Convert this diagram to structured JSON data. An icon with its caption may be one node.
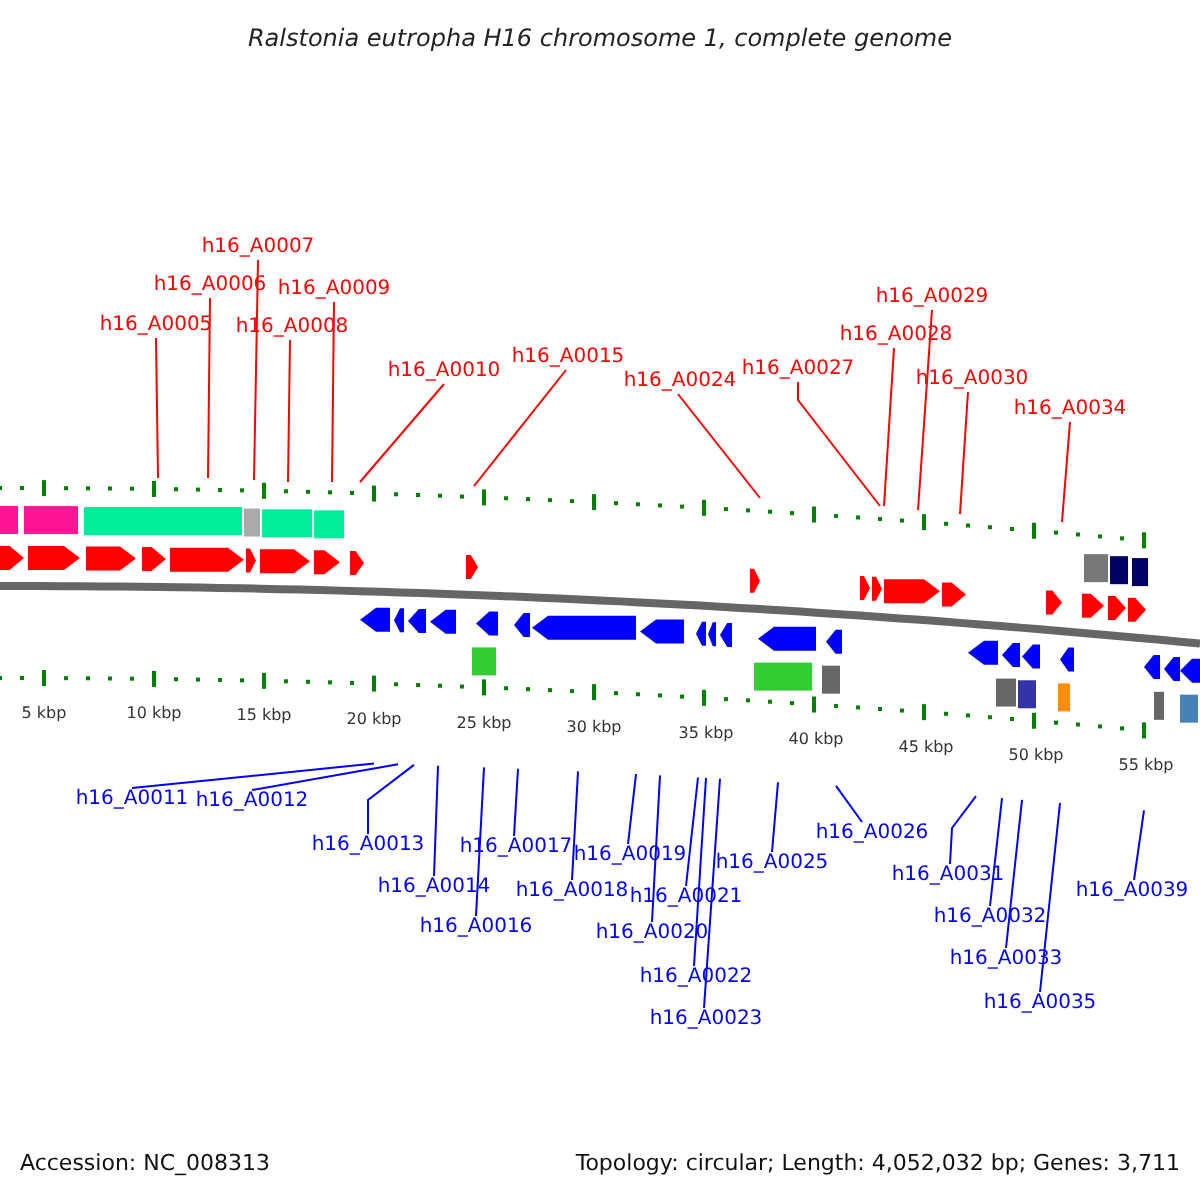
{
  "diagram": {
    "title": "Ralstonia eutropha H16 chromosome 1, complete genome",
    "nodes": [
      {
        "text": [
          "h16_A0005"
        ]
      },
      {
        "text": [
          "h16_A0006"
        ]
      },
      {
        "text": [
          "h16_A0007"
        ]
      },
      {
        "text": [
          "h16_A0008"
        ]
      },
      {
        "text": [
          "h16_A0009"
        ]
      },
      {
        "text": [
          "h16_A0010"
        ]
      },
      {
        "text": [
          "h16_A0015"
        ]
      },
      {
        "text": [
          "h16_A0024"
        ]
      },
      {
        "text": [
          "h16_A0027"
        ]
      },
      {
        "text": [
          "h16_A0028"
        ]
      },
      {
        "text": [
          "h16_A0029"
        ]
      },
      {
        "text": [
          "h16_A0030"
        ]
      },
      {
        "text": [
          "h16_A0034"
        ]
      },
      {
        "text": [
          "h16_A0011"
        ]
      },
      {
        "text": [
          "h16_A0012"
        ]
      },
      {
        "text": [
          "h16_A0013"
        ]
      },
      {
        "text": [
          "h16_A0014"
        ]
      },
      {
        "text": [
          "h16_A0016"
        ]
      },
      {
        "text": [
          "h16_A0017"
        ]
      },
      {
        "text": [
          "h16_A0018"
        ]
      },
      {
        "text": [
          "h16_A0019"
        ]
      },
      {
        "text": [
          "h16_A0020"
        ]
      },
      {
        "text": [
          "h16_A0021"
        ]
      },
      {
        "text": [
          "h16_A0022"
        ]
      },
      {
        "text": [
          "h16_A0023"
        ]
      },
      {
        "text": [
          "h16_A0025"
        ]
      },
      {
        "text": [
          "h16_A0026"
        ]
      },
      {
        "text": [
          "h16_A0031"
        ]
      },
      {
        "text": [
          "h16_A0032"
        ]
      },
      {
        "text": [
          "h16_A0033"
        ]
      },
      {
        "text": [
          "h16_A0035"
        ]
      },
      {
        "text": [
          "h16_A0039"
        ]
      }
    ],
    "edges": [
      {
        "from": 0,
        "to": null,
        "arrow": "none",
        "color": "#ff0000"
      },
      {
        "from": 1,
        "to": null,
        "arrow": "none",
        "color": "#ff0000"
      },
      {
        "from": 2,
        "to": null,
        "arrow": "none",
        "color": "#ff0000"
      },
      {
        "from": 3,
        "to": null,
        "arrow": "none",
        "color": "#ff0000"
      },
      {
        "from": 4,
        "to": null,
        "arrow": "none",
        "color": "#ff0000"
      },
      {
        "from": 5,
        "to": null,
        "arrow": "none",
        "color": "#ff0000"
      },
      {
        "from": 6,
        "to": null,
        "arrow": "none",
        "color": "#ff0000"
      },
      {
        "from": 7,
        "to": null,
        "arrow": "none",
        "color": "#ff0000"
      },
      {
        "from": 8,
        "to": null,
        "arrow": "none",
        "color": "#ff0000"
      },
      {
        "from": 9,
        "to": null,
        "arrow": "none",
        "color": "#ff0000"
      },
      {
        "from": 10,
        "to": null,
        "arrow": "none",
        "color": "#ff0000"
      },
      {
        "from": 11,
        "to": null,
        "arrow": "none",
        "color": "#ff0000"
      },
      {
        "from": 12,
        "to": null,
        "arrow": "none",
        "color": "#ff0000"
      },
      {
        "from": 13,
        "to": null,
        "arrow": "none"
      },
      {
        "from": 14,
        "to": null,
        "arrow": "none"
      },
      {
        "from": 15,
        "to": null,
        "arrow": "none"
      },
      {
        "from": 16,
        "to": null,
        "arrow": "none"
      },
      {
        "from": 17,
        "to": null,
        "arrow": "none"
      },
      {
        "from": 18,
        "to": null,
        "arrow": "none"
      },
      {
        "from": 19,
        "to": null,
        "arrow": "none"
      },
      {
        "from": 20,
        "to": null,
        "arrow": "none"
      },
      {
        "from": 21,
        "to": null,
        "arrow": "none"
      },
      {
        "from": 22,
        "to": null,
        "arrow": "none"
      },
      {
        "from": 23,
        "to": null,
        "arrow": "none"
      },
      {
        "from": 24,
        "to": null,
        "arrow": "none"
      },
      {
        "from": 25,
        "to": null,
        "arrow": "none"
      },
      {
        "from": 26,
        "to": null,
        "arrow": "none"
      },
      {
        "from": 27,
        "to": null,
        "arrow": "none"
      },
      {
        "from": 28,
        "to": null,
        "arrow": "none"
      },
      {
        "from": 29,
        "to": null,
        "arrow": "none"
      },
      {
        "from": 30,
        "to": null,
        "arrow": "none"
      },
      {
        "from": 31,
        "to": null,
        "arrow": "none"
      }
    ],
    "labels": [
      "5 kbp",
      "10 kbp",
      "15 kbp",
      "20 kbp",
      "25 kbp",
      "30 kbp",
      "35 kbp",
      "40 kbp",
      "45 kbp",
      "50 kbp",
      "55 kbp",
      "Accession: NC_008313",
      "Topology: circular; Length: 4,052,032 bp; Genes: 3,711"
    ]
  }
}
